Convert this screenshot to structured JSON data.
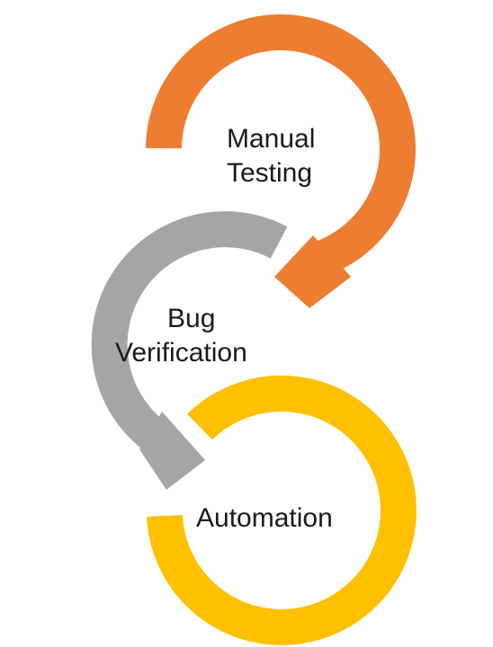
{
  "colors": {
    "manual": "#ED7D31",
    "bug": "#A5A5A5",
    "automation": "#FFC000",
    "text": "#1a1a1a",
    "background": "#ffffff"
  },
  "steps": [
    {
      "id": "manual",
      "line1": "Manual",
      "line2": "Testing"
    },
    {
      "id": "bug",
      "line1": "Bug",
      "line2": "Verification"
    },
    {
      "id": "automation",
      "line1": "Automation"
    }
  ]
}
